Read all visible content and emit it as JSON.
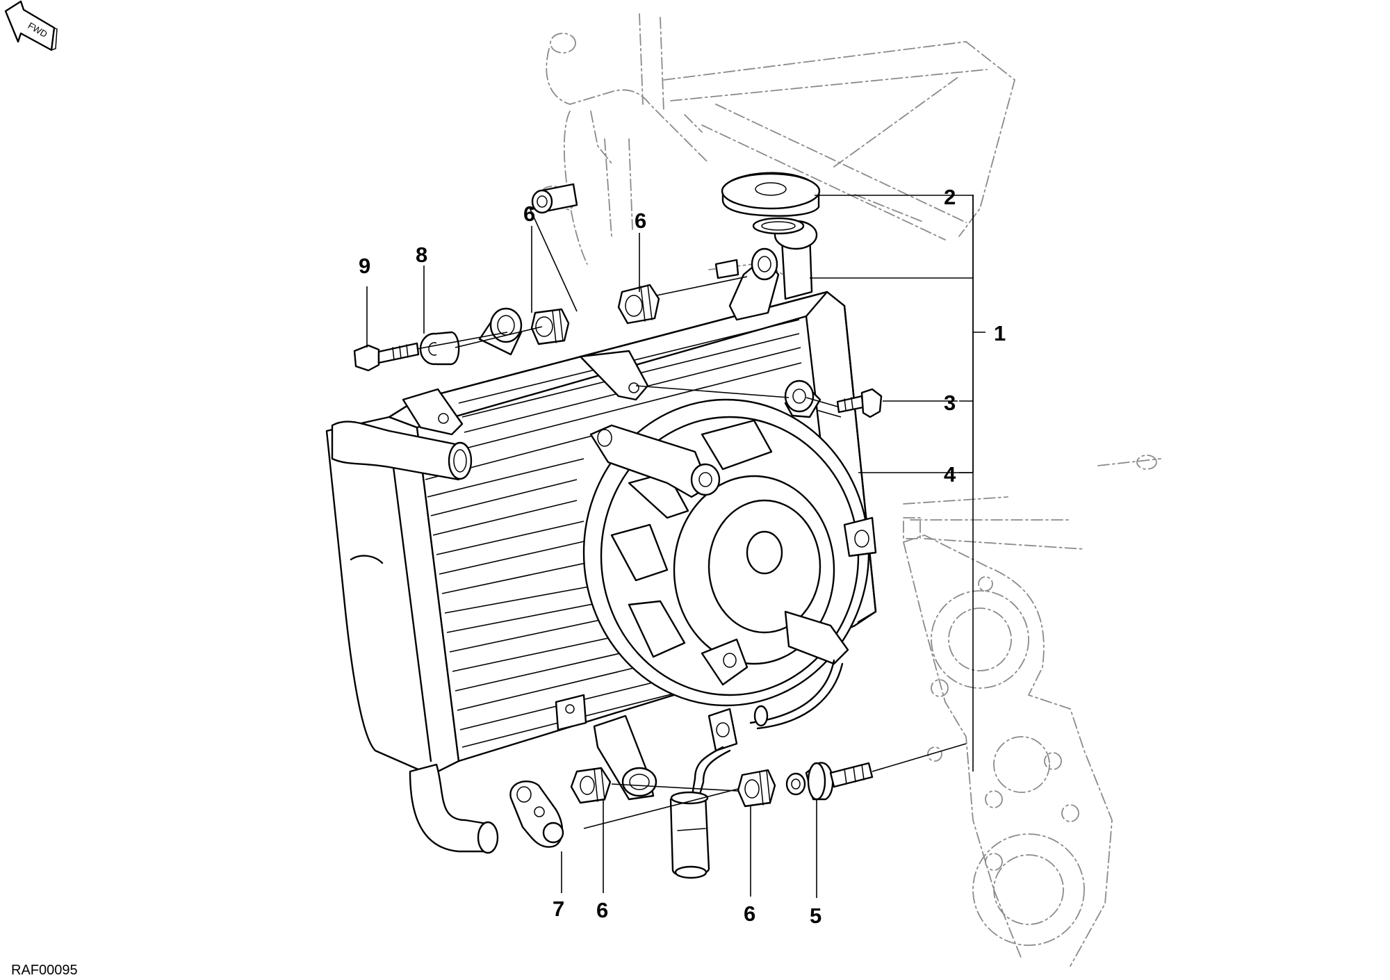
{
  "fwd_label": "FWD",
  "reference_code": "RAF00095",
  "callouts": {
    "c1": "1",
    "c2": "2",
    "c3": "3",
    "c4": "4",
    "c5": "5",
    "c6a": "6",
    "c6b": "6",
    "c6c": "6",
    "c6d": "6",
    "c7": "7",
    "c8": "8",
    "c9": "9"
  }
}
